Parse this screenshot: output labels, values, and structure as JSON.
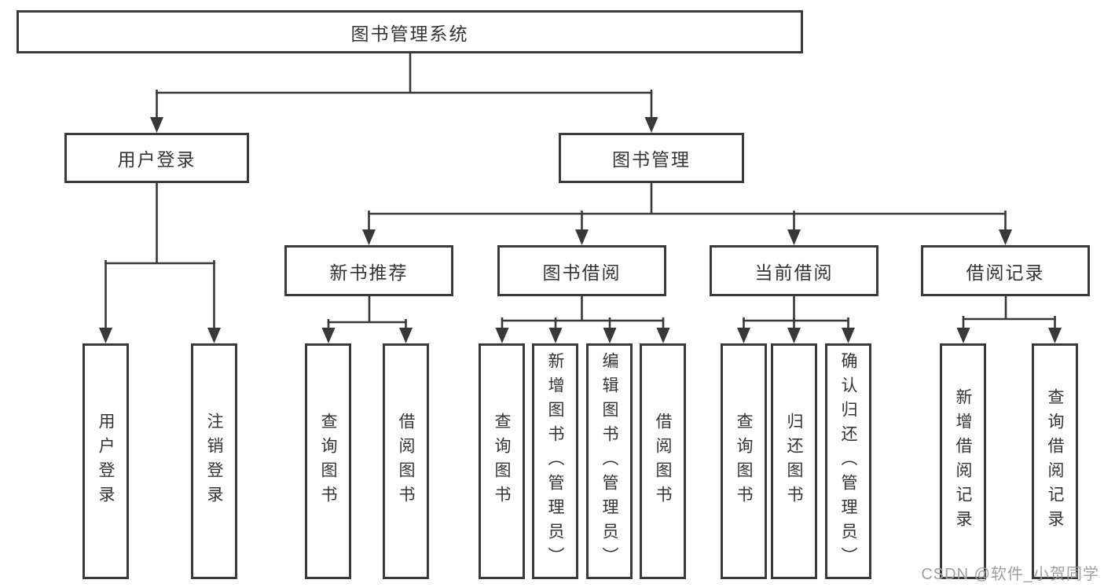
{
  "diagram": {
    "root": {
      "label": "图书管理系统"
    },
    "level2": [
      {
        "label": "用户登录"
      },
      {
        "label": "图书管理"
      }
    ],
    "level3": [
      {
        "label": "新书推荐"
      },
      {
        "label": "图书借阅"
      },
      {
        "label": "当前借阅"
      },
      {
        "label": "借阅记录"
      }
    ],
    "leaves": [
      {
        "label": "用户登录"
      },
      {
        "label": "注销登录"
      },
      {
        "label": "查询图书"
      },
      {
        "label": "借阅图书"
      },
      {
        "label": "查询图书"
      },
      {
        "label": "新增图书（管理员）"
      },
      {
        "label": "编辑图书（管理员）"
      },
      {
        "label": "借阅图书"
      },
      {
        "label": "查询图书"
      },
      {
        "label": "归还图书"
      },
      {
        "label": "确认归还（管理员）"
      },
      {
        "label": "新增借阅记录"
      },
      {
        "label": "查询借阅记录"
      }
    ]
  },
  "watermark": {
    "text": "CSDN @软件_小贺同学"
  },
  "colors": {
    "line": "#383838",
    "box_border": "#3a3a3a",
    "text": "#343434",
    "background": "#ffffff",
    "watermark": "#9f9f9f"
  }
}
